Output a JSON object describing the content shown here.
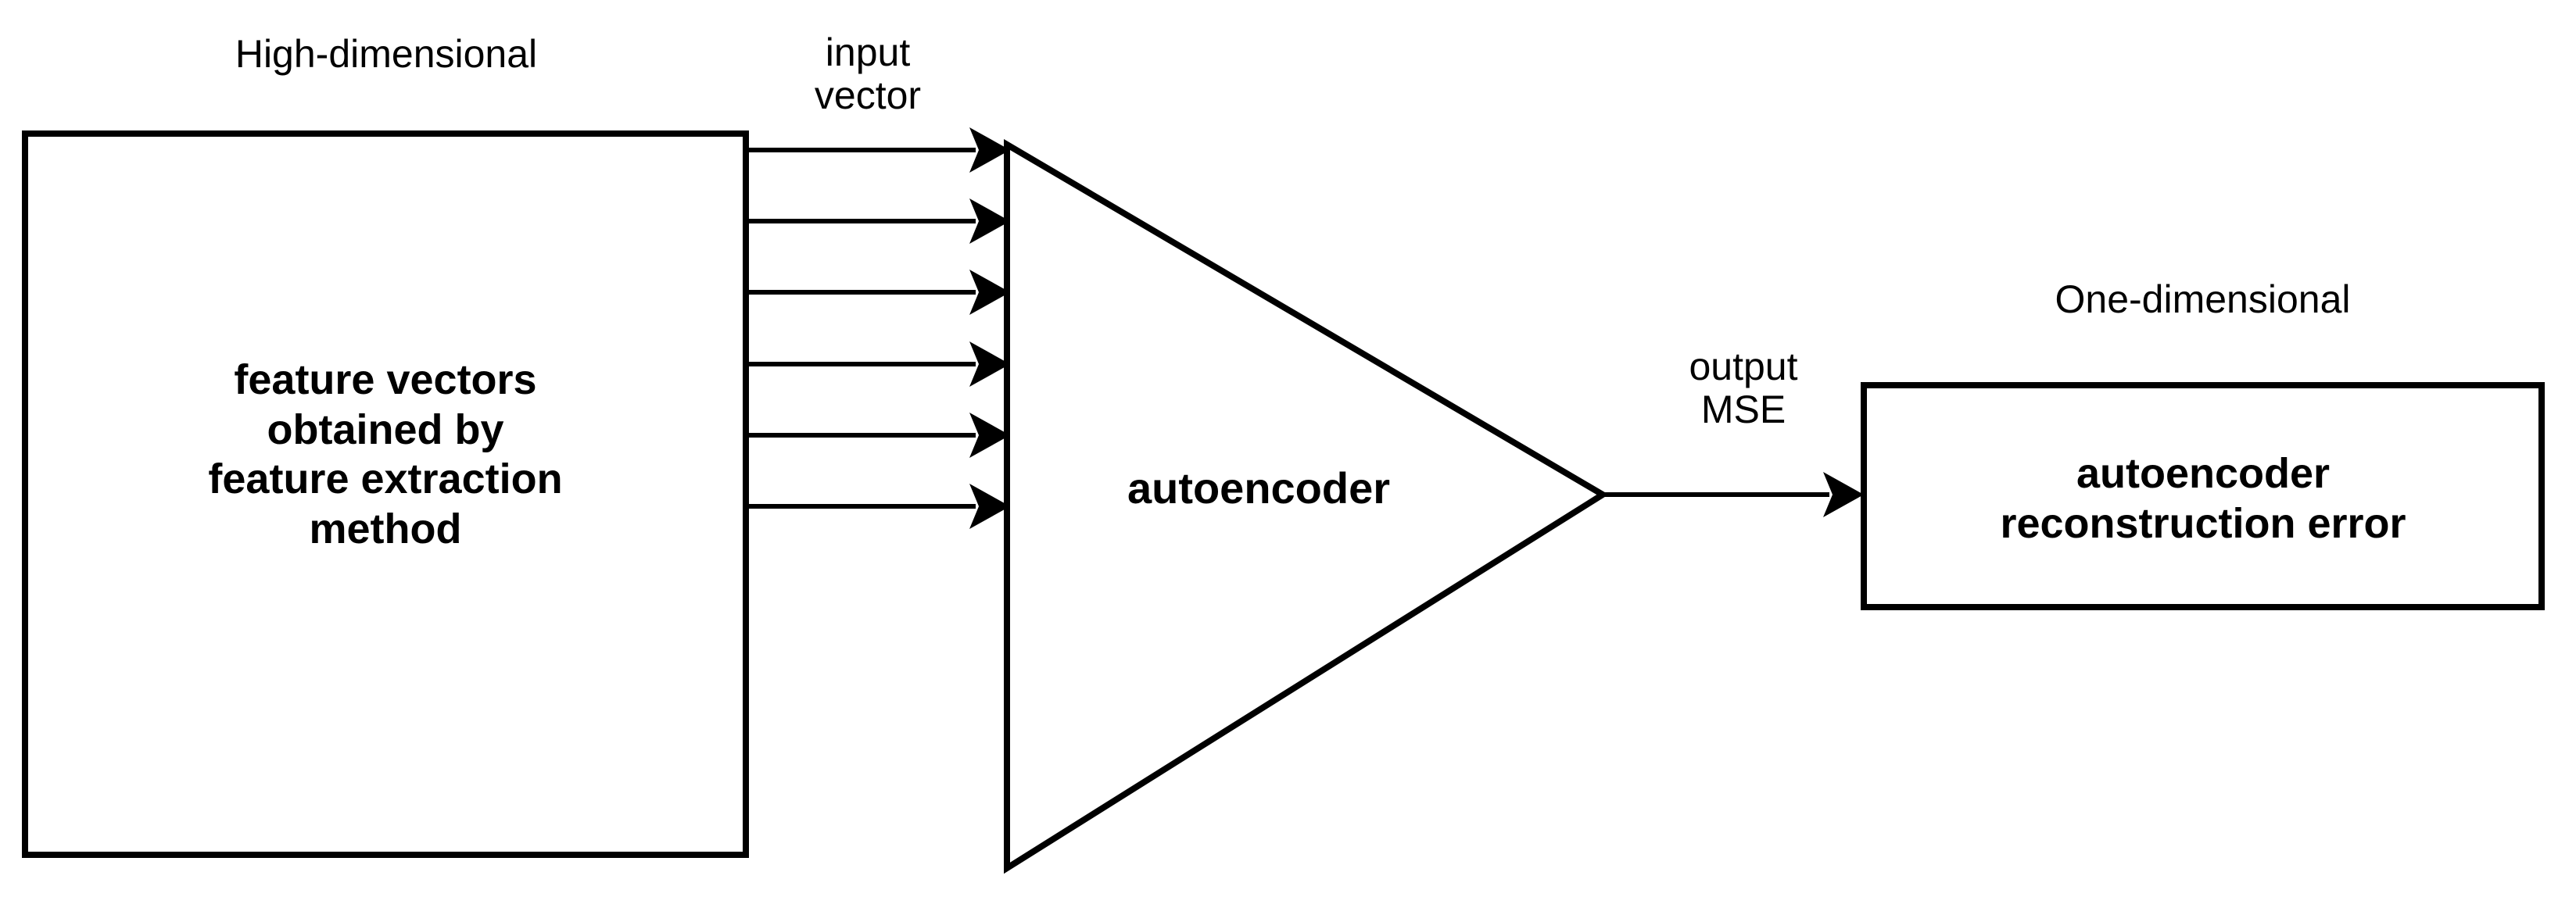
{
  "diagram": {
    "type": "block-flow-diagram",
    "background_color": "#ffffff",
    "line_color": "#000000",
    "input_block": {
      "caption": "High-dimensional",
      "body_lines": [
        "feature vectors",
        "obtained by",
        "feature extraction",
        "method"
      ],
      "body_text": "feature vectors\nobtained by\nfeature extraction\nmethod",
      "shape": "rectangle"
    },
    "input_connector": {
      "label_lines": [
        "input",
        "vector"
      ],
      "label": "input\nvector",
      "arrow_count": 6,
      "direction": "left-to-right"
    },
    "processor": {
      "label": "autoencoder",
      "shape": "triangle",
      "orientation": "points-right"
    },
    "output_connector": {
      "label_lines": [
        "output",
        "MSE"
      ],
      "label": "output\nMSE",
      "arrow_count": 1,
      "direction": "left-to-right"
    },
    "output_block": {
      "caption": "One-dimensional",
      "body_lines": [
        "autoencoder",
        "reconstruction error"
      ],
      "body_text": "autoencoder\nreconstruction error",
      "shape": "rectangle"
    }
  }
}
